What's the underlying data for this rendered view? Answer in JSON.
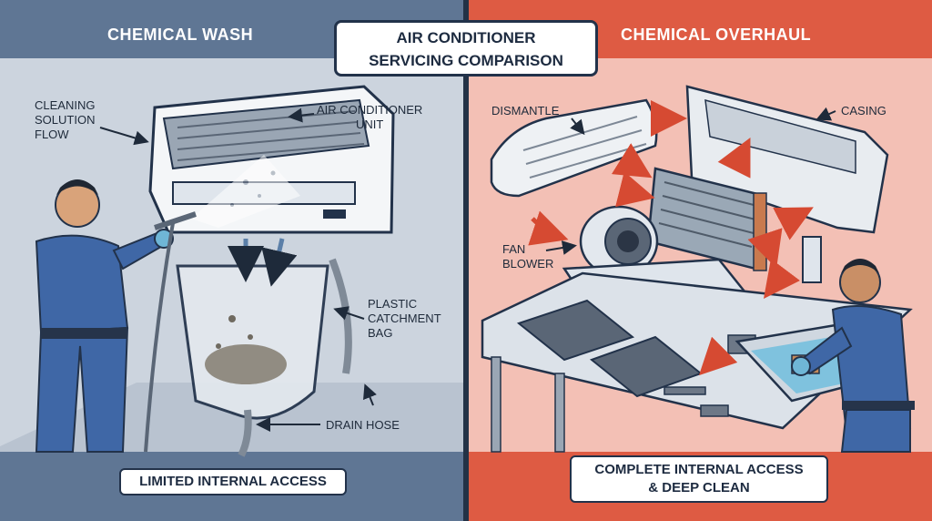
{
  "title": {
    "line1": "AIR CONDITIONER",
    "line2": "SERVICING COMPARISON"
  },
  "left": {
    "header": "CHEMICAL WASH",
    "labels": {
      "cleaning_line1": "CLEANING",
      "cleaning_line2": "SOLUTION",
      "cleaning_line3": "FLOW",
      "unit_line1": "AIR CONDITIONER",
      "unit_line2": "UNIT",
      "bag_line1": "PLASTIC",
      "bag_line2": "CATCHMENT",
      "bag_line3": "BAG",
      "drain": "DRAIN HOSE"
    },
    "footer": "LIMITED INTERNAL ACCESS"
  },
  "right": {
    "header": "CHEMICAL OVERHAUL",
    "labels": {
      "dismantle": "DISMANTLE",
      "casing": "CASING",
      "fan_line1": "FAN",
      "fan_line2": "BLOWER"
    },
    "footer_line1": "COMPLETE INTERNAL ACCESS",
    "footer_line2": "& DEEP CLEAN"
  },
  "colors": {
    "left_band": "#5f7694",
    "left_bg": "#c9d1dc",
    "right_band": "#de5b43",
    "right_bg": "#f1b7ac",
    "arrow_red": "#d64a32",
    "arrow_blue": "#5b7fa8",
    "worker_blue": "#3f67a6"
  }
}
